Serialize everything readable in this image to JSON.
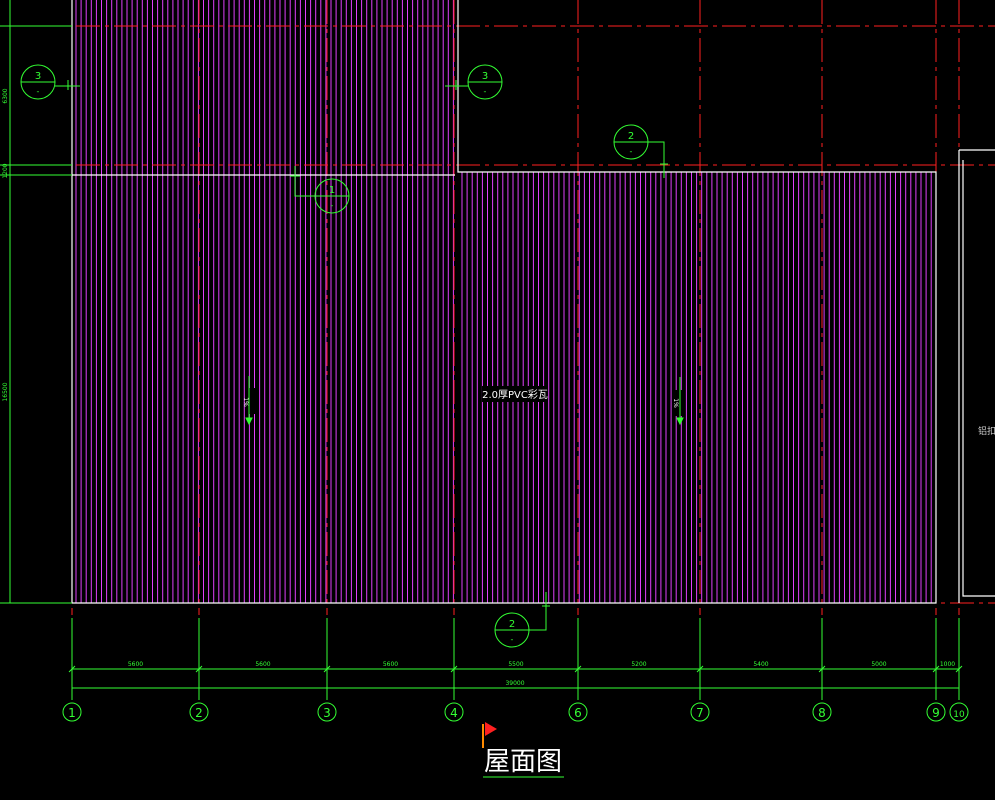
{
  "drawing": {
    "title": "屋面图",
    "material_label": "2.0厚PVC彩瓦",
    "slope_label": "1%",
    "right_cut_text": "铝扣",
    "colors": {
      "background": "#000000",
      "grid": "#ff2020",
      "dimension": "#33ff33",
      "roof_lines": "#e040fb",
      "outline": "#ffffff",
      "flag": "#ff2020"
    }
  },
  "axes": [
    "1",
    "2",
    "3",
    "4",
    "6",
    "7",
    "8",
    "9",
    "10"
  ],
  "dimensions": {
    "spans": [
      "5600",
      "5600",
      "5600",
      "5500",
      "5200",
      "5400",
      "5000",
      "1000"
    ],
    "total": "39000",
    "left_vertical": [
      "6300",
      "1200",
      "16500"
    ]
  },
  "section_markers": [
    {
      "num": "3",
      "sub": "-"
    },
    {
      "num": "3",
      "sub": "-"
    },
    {
      "num": "2",
      "sub": "-"
    },
    {
      "num": "1",
      "sub": "-"
    },
    {
      "num": "2",
      "sub": "-"
    }
  ]
}
